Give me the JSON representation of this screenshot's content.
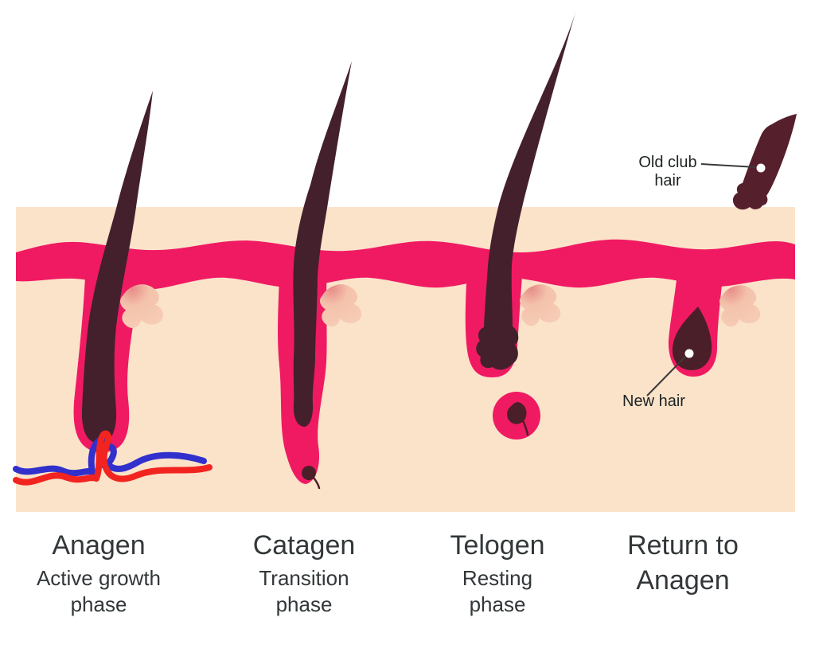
{
  "figure": {
    "subject": "hair-growth-cycle-diagram"
  },
  "annotations": {
    "old_club_hair": "Old club\nhair",
    "new_hair": "New hair"
  },
  "phases": [
    {
      "name": "Anagen",
      "description": "Active growth\nphase"
    },
    {
      "name": "Catagen",
      "description": "Transition\nphase"
    },
    {
      "name": "Telogen",
      "description": "Resting\nphase"
    },
    {
      "name": "Return to\nAnagen",
      "description": ""
    }
  ],
  "colors": {
    "background": "#ffffff",
    "skin": "#fbe3ca",
    "epidermis_pink": "#f01a62",
    "hair_dark": "#44202c",
    "bulb_dark": "#4b1f29",
    "club_hair": "#561f2c",
    "gland": "#f4c2ab",
    "gland_shadow": "#e68d88",
    "vessel_red": "#f22420",
    "vessel_blue": "#3130cc",
    "label_text": "#323739",
    "annotation_text": "#1d2223",
    "pointer_line": "#3a3a3a",
    "marker_dot": "#ffffff"
  }
}
